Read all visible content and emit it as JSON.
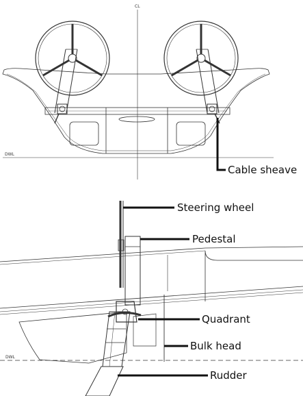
{
  "top_view": {
    "centerline_label": "CL",
    "waterline_label": "DWL",
    "callout": "Cable sheave"
  },
  "side_view": {
    "waterline_label": "DWL",
    "callouts": {
      "steering_wheel": "Steering wheel",
      "pedestal": "Pedestal",
      "quadrant": "Quadrant",
      "bulk_head": "Bulk head",
      "rudder": "Rudder"
    }
  }
}
